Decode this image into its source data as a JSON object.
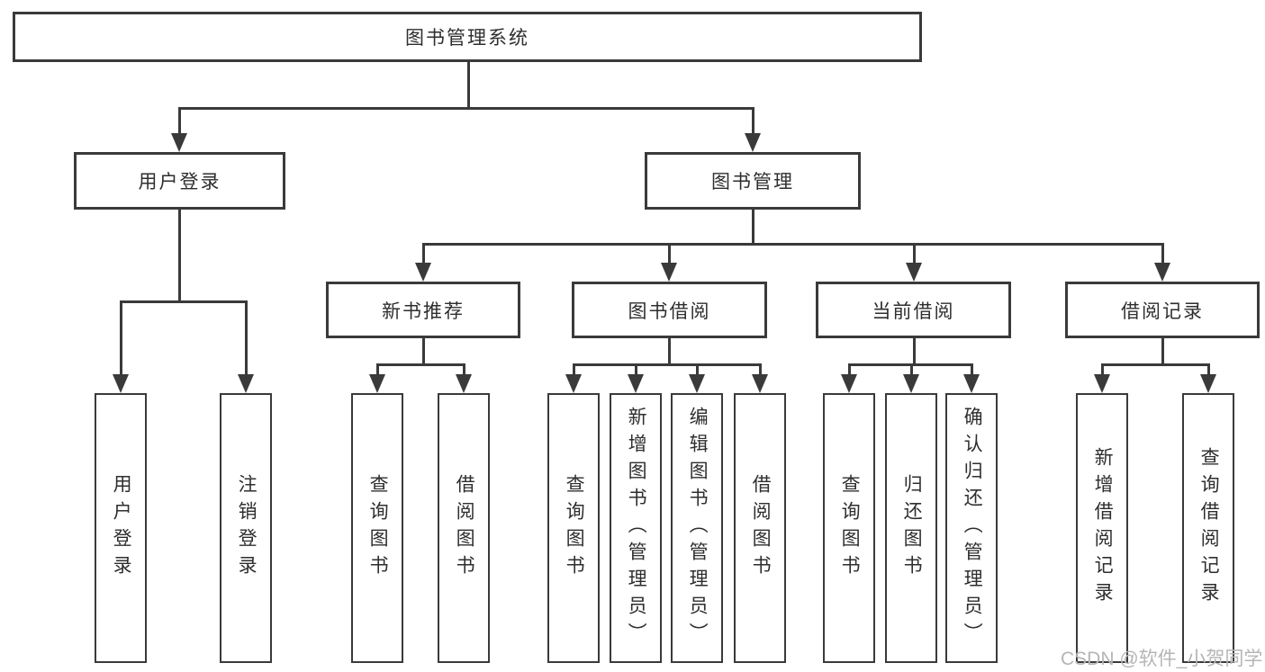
{
  "diagram_title": "图书管理系统",
  "tree": {
    "root": {
      "label": "图书管理系统"
    },
    "branches": [
      {
        "label": "用户登录",
        "children": [
          {
            "label": "用户登录"
          },
          {
            "label": "注销登录"
          }
        ]
      },
      {
        "label": "图书管理",
        "children": [
          {
            "label": "新书推荐",
            "children": [
              {
                "label": "查询图书"
              },
              {
                "label": "借阅图书"
              }
            ]
          },
          {
            "label": "图书借阅",
            "children": [
              {
                "label": "查询图书"
              },
              {
                "label": "新增图书（管理员）"
              },
              {
                "label": "编辑图书（管理员）"
              },
              {
                "label": "借阅图书"
              }
            ]
          },
          {
            "label": "当前借阅",
            "children": [
              {
                "label": "查询图书"
              },
              {
                "label": "归还图书"
              },
              {
                "label": "确认归还（管理员）"
              }
            ]
          },
          {
            "label": "借阅记录",
            "children": [
              {
                "label": "新增借阅记录"
              },
              {
                "label": "查询借阅记录"
              }
            ]
          }
        ]
      }
    ]
  },
  "watermark": "CSDN @软件_小贺同学",
  "colors": {
    "line": "#3a3a3a",
    "text": "#2e2e2e",
    "box_bg": "#ffffff",
    "watermark": "#b5b5b5"
  }
}
